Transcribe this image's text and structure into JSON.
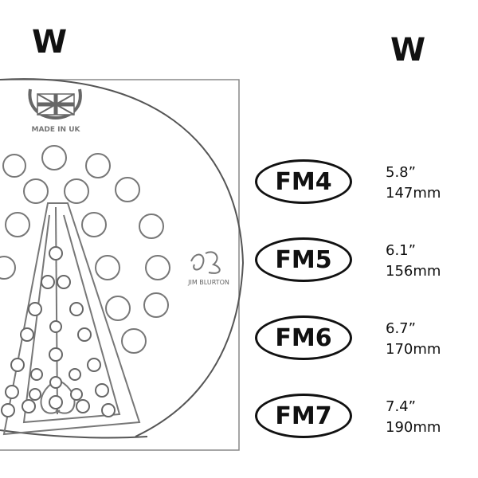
{
  "header": {
    "left_label": "W",
    "right_label": "W"
  },
  "plate": {
    "badge_text": "MADE IN UK",
    "brand": "JIM BLURTON"
  },
  "sizes": [
    {
      "model": "FM4",
      "inches": "5.8”",
      "mm": "147mm"
    },
    {
      "model": "FM5",
      "inches": "6.1”",
      "mm": "156mm"
    },
    {
      "model": "FM6",
      "inches": "6.7”",
      "mm": "170mm"
    },
    {
      "model": "FM7",
      "inches": "7.4”",
      "mm": "190mm"
    }
  ]
}
